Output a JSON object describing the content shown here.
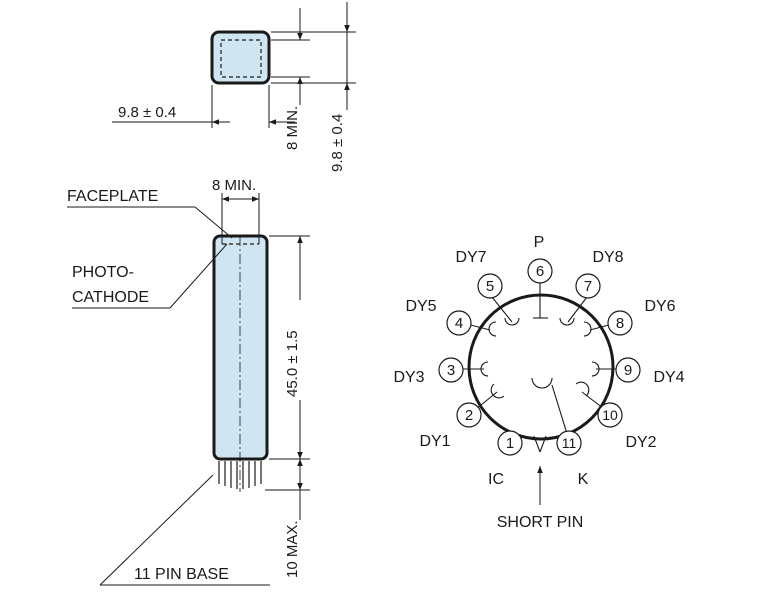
{
  "colors": {
    "tube_fill": "#cfe6f2",
    "line": "#1a1a1a",
    "background": "#ffffff"
  },
  "top_view": {
    "width_dim": "9.8 ± 0.4",
    "inner_dim": "8 MIN.",
    "height_dim": "9.8 ± 0.4"
  },
  "side_view": {
    "top_dim": "8 MIN.",
    "length_dim": "45.0 ± 1.5",
    "pin_dim": "10 MAX.",
    "faceplate_label": "FACEPLATE",
    "photocathode_line1": "PHOTO-",
    "photocathode_line2": "CATHODE",
    "base_label": "11 PIN BASE"
  },
  "base_diagram": {
    "pins": [
      {
        "num": "1",
        "label": "IC"
      },
      {
        "num": "2",
        "label": "DY1"
      },
      {
        "num": "3",
        "label": "DY3"
      },
      {
        "num": "4",
        "label": "DY5"
      },
      {
        "num": "5",
        "label": "DY7"
      },
      {
        "num": "6",
        "label": "P"
      },
      {
        "num": "7",
        "label": "DY8"
      },
      {
        "num": "8",
        "label": "DY6"
      },
      {
        "num": "9",
        "label": "DY4"
      },
      {
        "num": "10",
        "label": "DY2"
      },
      {
        "num": "11",
        "label": "K"
      }
    ],
    "short_pin_label": "SHORT PIN"
  }
}
